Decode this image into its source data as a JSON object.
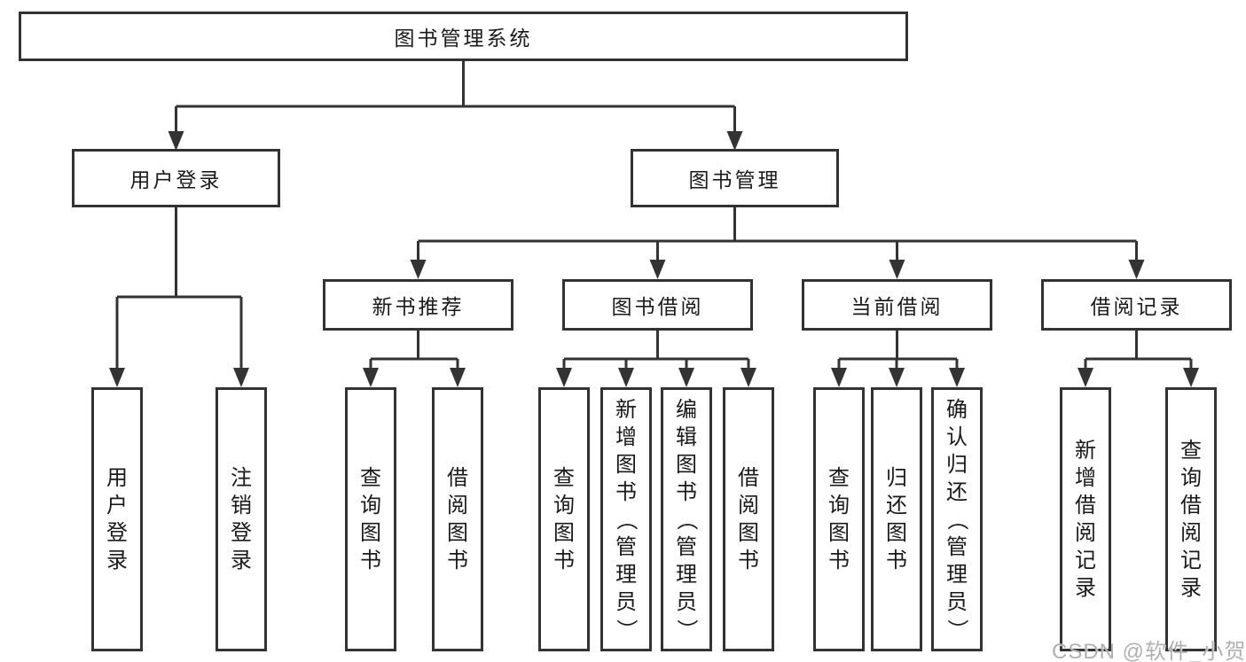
{
  "diagram": {
    "watermark": "CSDN @软件_小贺同学"
  },
  "colors": {
    "line": "#333333",
    "box_border": "#333333",
    "text": "#1a1a1a",
    "watermark": "#b0b0b0",
    "background": "#ffffff"
  },
  "nodes": {
    "root": {
      "label": "图书管理系统"
    },
    "user_login": {
      "label": "用户登录"
    },
    "book_mgmt": {
      "label": "图书管理"
    },
    "new_book_rec": {
      "label": "新书推荐"
    },
    "book_borrow": {
      "label": "图书借阅"
    },
    "current_borrow": {
      "label": "当前借阅"
    },
    "borrow_record": {
      "label": "借阅记录"
    },
    "leaf_user_login": {
      "label": "用户登录"
    },
    "leaf_logout": {
      "label": "注销登录"
    },
    "leaf_nbr_query": {
      "label": "查询图书"
    },
    "leaf_nbr_borrow": {
      "label": "借阅图书"
    },
    "leaf_bb_query": {
      "label": "查询图书"
    },
    "leaf_bb_add": {
      "label": "新增图书（管理员）"
    },
    "leaf_bb_edit": {
      "label": "编辑图书（管理员）"
    },
    "leaf_bb_borrow": {
      "label": "借阅图书"
    },
    "leaf_cb_query": {
      "label": "查询图书"
    },
    "leaf_cb_return": {
      "label": "归还图书"
    },
    "leaf_cb_confirm": {
      "label": "确认归还（管理员）"
    },
    "leaf_br_add": {
      "label": "新增借阅记录"
    },
    "leaf_br_query": {
      "label": "查询借阅记录"
    }
  },
  "hierarchy": {
    "图书管理系统": {
      "用户登录": [
        "用户登录",
        "注销登录"
      ],
      "图书管理": {
        "新书推荐": [
          "查询图书",
          "借阅图书"
        ],
        "图书借阅": [
          "查询图书",
          "新增图书（管理员）",
          "编辑图书（管理员）",
          "借阅图书"
        ],
        "当前借阅": [
          "查询图书",
          "归还图书",
          "确认归还（管理员）"
        ],
        "借阅记录": [
          "新增借阅记录",
          "查询借阅记录"
        ]
      }
    }
  }
}
